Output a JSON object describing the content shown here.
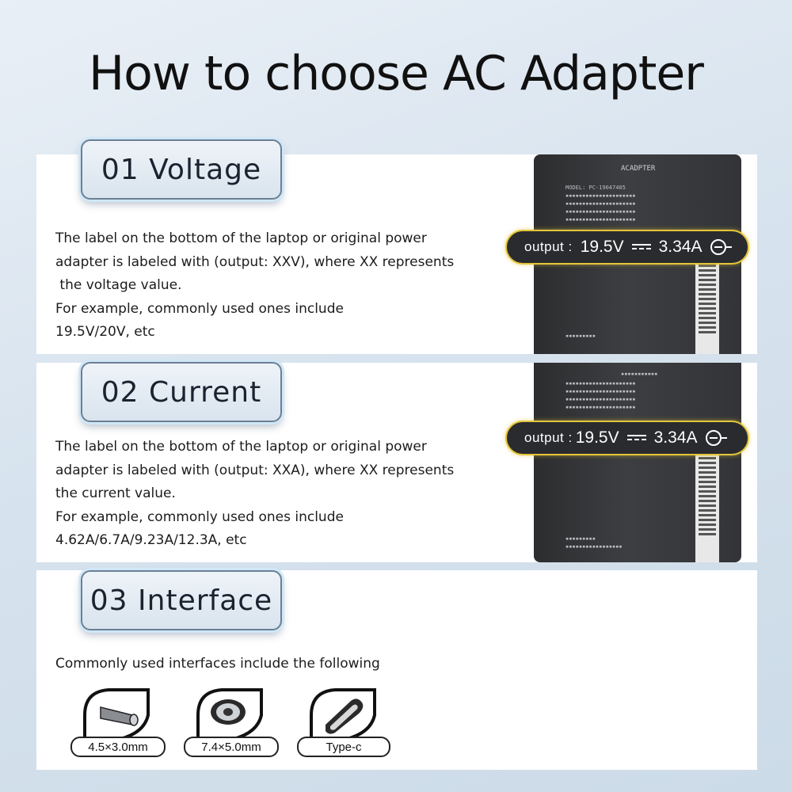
{
  "title": "How to choose AC Adapter",
  "sections": [
    {
      "heading": "01 Voltage",
      "lines": [
        "The label on the bottom of the laptop or original power",
        "adapter is labeled with (output: XXV), where XX represents",
        " the voltage value.",
        "For example, commonly used ones include",
        "19.5V/20V, etc"
      ],
      "callout": {
        "label": "output :",
        "voltage": "19.5V",
        "current": "3.34A"
      }
    },
    {
      "heading": "02 Current",
      "lines": [
        "The label on the bottom of the laptop or original power",
        "adapter is labeled with (output: XXA), where XX represents",
        "the current value.",
        "For example, commonly used ones include",
        "4.62A/6.7A/9.23A/12.3A, etc"
      ],
      "callout": {
        "label": "output :",
        "voltage": "19.5V",
        "current": "3.34A"
      }
    },
    {
      "heading": "03 Interface",
      "lines": [
        "Commonly used interfaces include the following"
      ]
    }
  ],
  "adapter_label": {
    "title": "ACADPTER",
    "model": "MODEL: PC-19047405"
  },
  "connectors": [
    {
      "label": "4.5×3.0mm",
      "icon": "barrel-4-5mm-icon"
    },
    {
      "label": "7.4×5.0mm",
      "icon": "barrel-7-4mm-icon"
    },
    {
      "label": "Type-c",
      "icon": "usb-c-icon"
    }
  ],
  "colors": {
    "callout_border": "#e3c53a",
    "adapter_body": "#333437",
    "tag_border": "#6c7f93"
  }
}
